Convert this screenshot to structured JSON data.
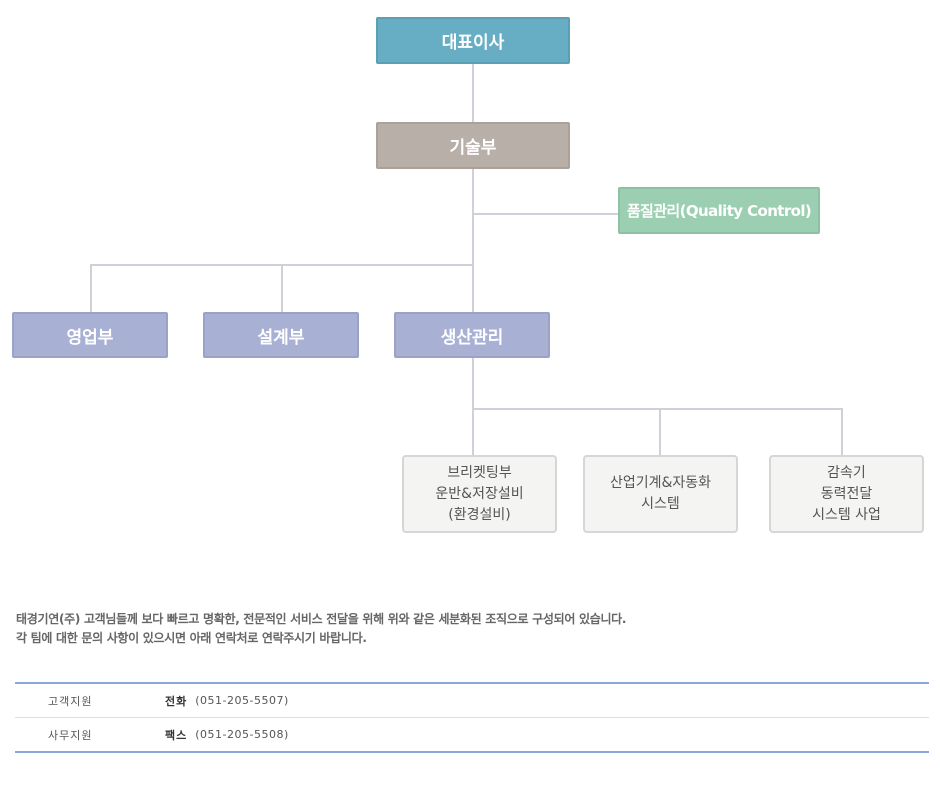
{
  "org": {
    "ceo": "대표이사",
    "tech": "기술부",
    "qc": "품질관리(Quality Control)",
    "depts": [
      "영업부",
      "설계부",
      "생산관리"
    ],
    "subs": [
      [
        "브리켓팅부",
        "운반&저장설비",
        "(환경설비)"
      ],
      [
        "산업기계&자동화",
        "시스템"
      ],
      [
        "감속기",
        "동력전달",
        "시스템 사업"
      ]
    ]
  },
  "description": {
    "line1": "태경기연(주) 고객님들께 보다 빠르고 명확한, 전문적인 서비스 전달을 위해 위와 같은 세분화된 조직으로 구성되어 있습니다.",
    "line2": "각 팀에 대한 문의 사항이 있으시면 아래 연락처로 연락주시기 바랍니다."
  },
  "support": {
    "rows": [
      {
        "label": "고객지원",
        "kind": "전화",
        "number": "(051-205-5507)"
      },
      {
        "label": "사무지원",
        "kind": "팩스",
        "number": "(051-205-5508)"
      }
    ]
  }
}
